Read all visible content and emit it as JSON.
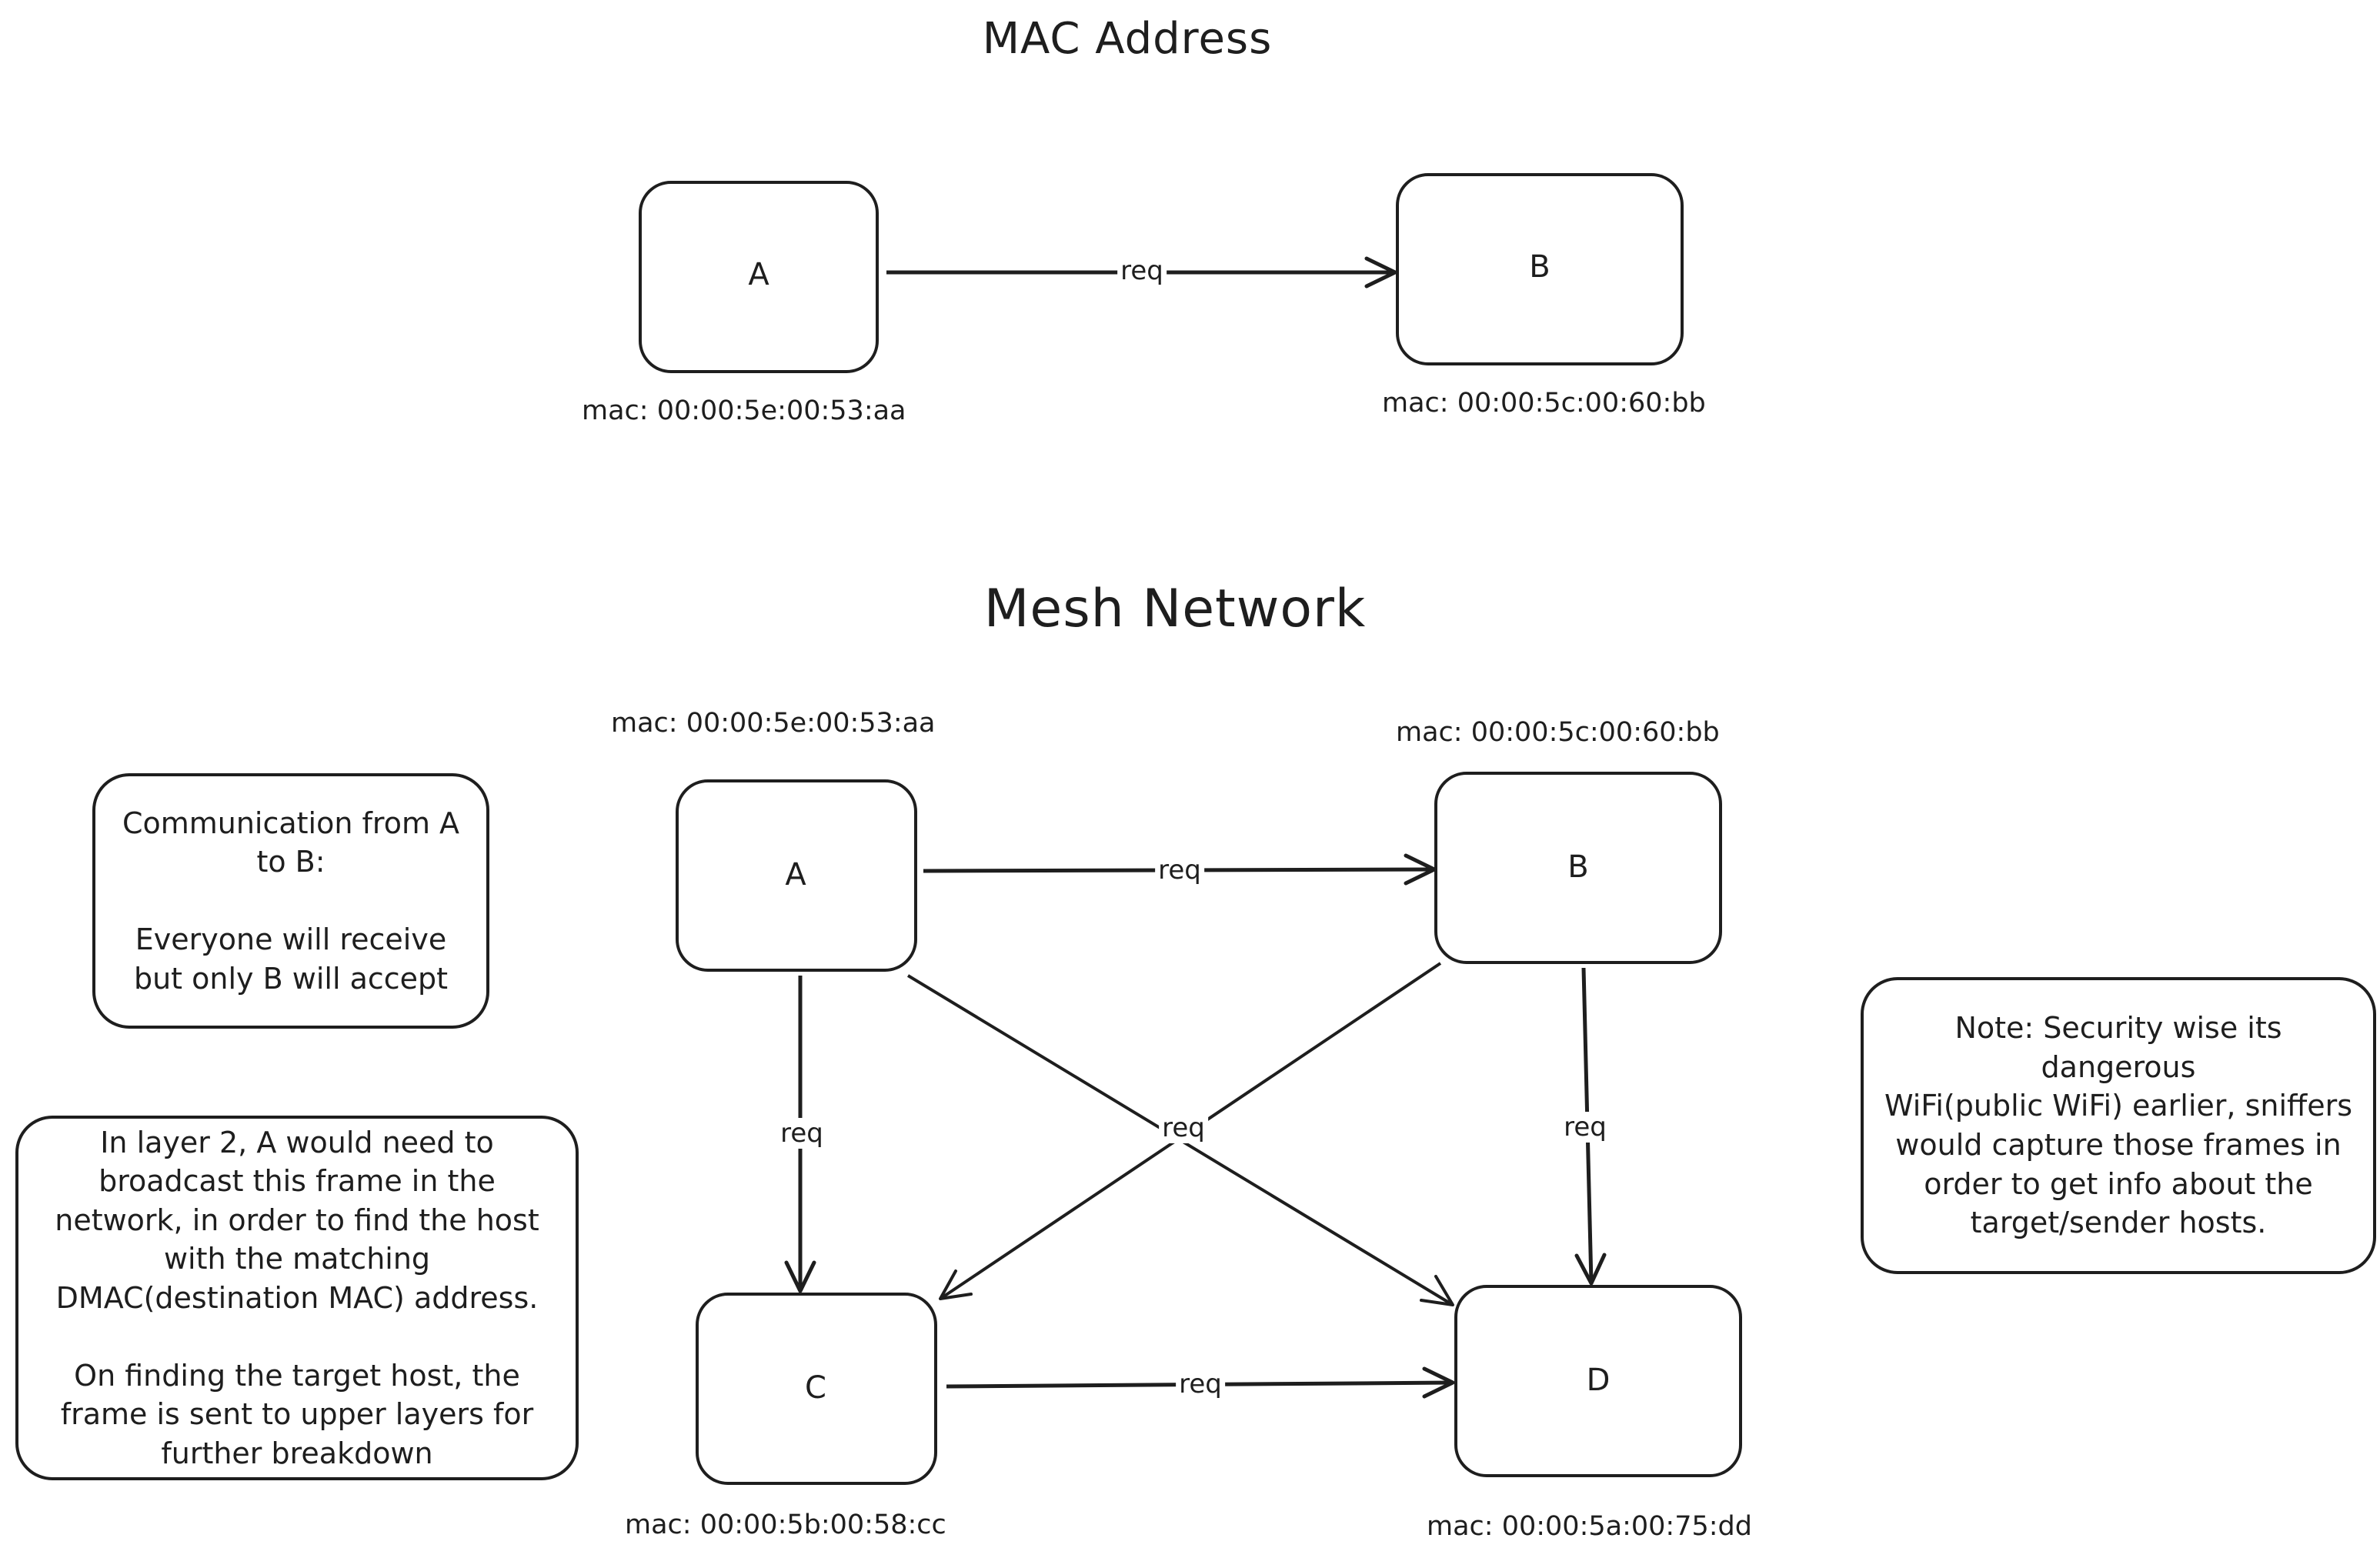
{
  "diagram_1": {
    "title": "MAC Address",
    "nodes": [
      {
        "id": "A",
        "label": "A",
        "mac": "mac: 00:00:5e:00:53:aa"
      },
      {
        "id": "B",
        "label": "B",
        "mac": "mac: 00:00:5c:00:60:bb"
      }
    ],
    "edges": [
      {
        "from": "A",
        "to": "B",
        "label": "req"
      }
    ]
  },
  "diagram_2": {
    "title": "Mesh Network",
    "nodes": [
      {
        "id": "A",
        "label": "A",
        "mac": "mac: 00:00:5e:00:53:aa"
      },
      {
        "id": "B",
        "label": "B",
        "mac": "mac: 00:00:5c:00:60:bb"
      },
      {
        "id": "C",
        "label": "C",
        "mac": "mac: 00:00:5b:00:58:cc"
      },
      {
        "id": "D",
        "label": "D",
        "mac": "mac: 00:00:5a:00:75:dd"
      }
    ],
    "edges": [
      {
        "from": "A",
        "to": "B",
        "label": "req"
      },
      {
        "from": "A",
        "to": "C",
        "label": "req"
      },
      {
        "from": "B",
        "to": "D",
        "label": "req"
      },
      {
        "from": "C",
        "to": "D",
        "label": "req"
      },
      {
        "from": "A",
        "to": "D",
        "label": "req"
      },
      {
        "from": "B",
        "to": "C",
        "label": ""
      }
    ]
  },
  "notes": {
    "communication": "Communication from A to B:\n\nEveryone will receive but only B will accept",
    "layer2": "In layer 2, A would need to broadcast this frame in the network, in order to find the host with the matching DMAC(destination MAC) address.\n\nOn finding the target host, the frame is sent to upper layers for further breakdown",
    "security": "Note: Security wise its dangerous\nWiFi(public WiFi) earlier, sniffers would capture those frames in order to get info about the target/sender hosts."
  }
}
